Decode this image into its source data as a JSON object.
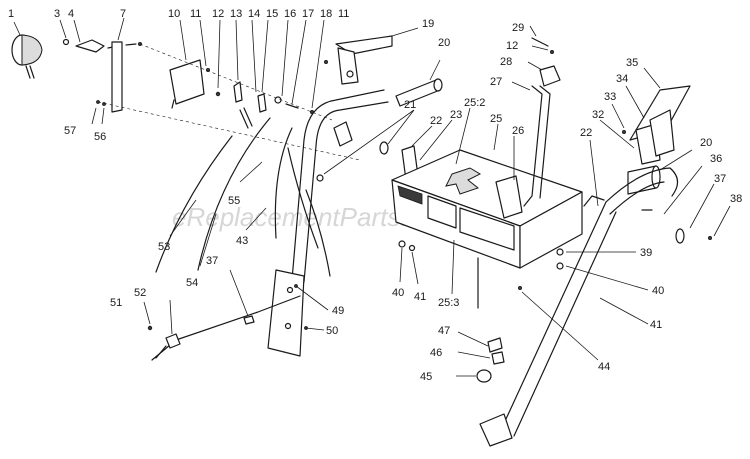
{
  "watermark": "eReplacementParts.com",
  "callouts": [
    {
      "id": "c1",
      "label": "1"
    },
    {
      "id": "c3",
      "label": "3"
    },
    {
      "id": "c4",
      "label": "4"
    },
    {
      "id": "c7",
      "label": "7"
    },
    {
      "id": "c10",
      "label": "10"
    },
    {
      "id": "c11a",
      "label": "11"
    },
    {
      "id": "c12a",
      "label": "12"
    },
    {
      "id": "c13",
      "label": "13"
    },
    {
      "id": "c14",
      "label": "14"
    },
    {
      "id": "c15",
      "label": "15"
    },
    {
      "id": "c16",
      "label": "16"
    },
    {
      "id": "c17",
      "label": "17"
    },
    {
      "id": "c18",
      "label": "18"
    },
    {
      "id": "c11b",
      "label": "11"
    },
    {
      "id": "c19",
      "label": "19"
    },
    {
      "id": "c20a",
      "label": "20"
    },
    {
      "id": "c29",
      "label": "29"
    },
    {
      "id": "c12b",
      "label": "12"
    },
    {
      "id": "c28",
      "label": "28"
    },
    {
      "id": "c27",
      "label": "27"
    },
    {
      "id": "c35",
      "label": "35"
    },
    {
      "id": "c34",
      "label": "34"
    },
    {
      "id": "c33",
      "label": "33"
    },
    {
      "id": "c32",
      "label": "32"
    },
    {
      "id": "c21",
      "label": "21"
    },
    {
      "id": "c22a",
      "label": "22"
    },
    {
      "id": "c23",
      "label": "23"
    },
    {
      "id": "c252",
      "label": "25:2"
    },
    {
      "id": "c25",
      "label": "25"
    },
    {
      "id": "c26",
      "label": "26"
    },
    {
      "id": "c22b",
      "label": "22"
    },
    {
      "id": "c20b",
      "label": "20"
    },
    {
      "id": "c36",
      "label": "36"
    },
    {
      "id": "c37a",
      "label": "37"
    },
    {
      "id": "c38",
      "label": "38"
    },
    {
      "id": "c57",
      "label": "57"
    },
    {
      "id": "c56",
      "label": "56"
    },
    {
      "id": "c55",
      "label": "55"
    },
    {
      "id": "c43",
      "label": "43"
    },
    {
      "id": "c53",
      "label": "53"
    },
    {
      "id": "c54",
      "label": "54"
    },
    {
      "id": "c37b",
      "label": "37"
    },
    {
      "id": "c40a",
      "label": "40"
    },
    {
      "id": "c41a",
      "label": "41"
    },
    {
      "id": "c253",
      "label": "25:3"
    },
    {
      "id": "c39",
      "label": "39"
    },
    {
      "id": "c40b",
      "label": "40"
    },
    {
      "id": "c41b",
      "label": "41"
    },
    {
      "id": "c51",
      "label": "51"
    },
    {
      "id": "c52",
      "label": "52"
    },
    {
      "id": "c49",
      "label": "49"
    },
    {
      "id": "c50",
      "label": "50"
    },
    {
      "id": "c44",
      "label": "44"
    },
    {
      "id": "c47",
      "label": "47"
    },
    {
      "id": "c46",
      "label": "46"
    },
    {
      "id": "c45",
      "label": "45"
    }
  ]
}
